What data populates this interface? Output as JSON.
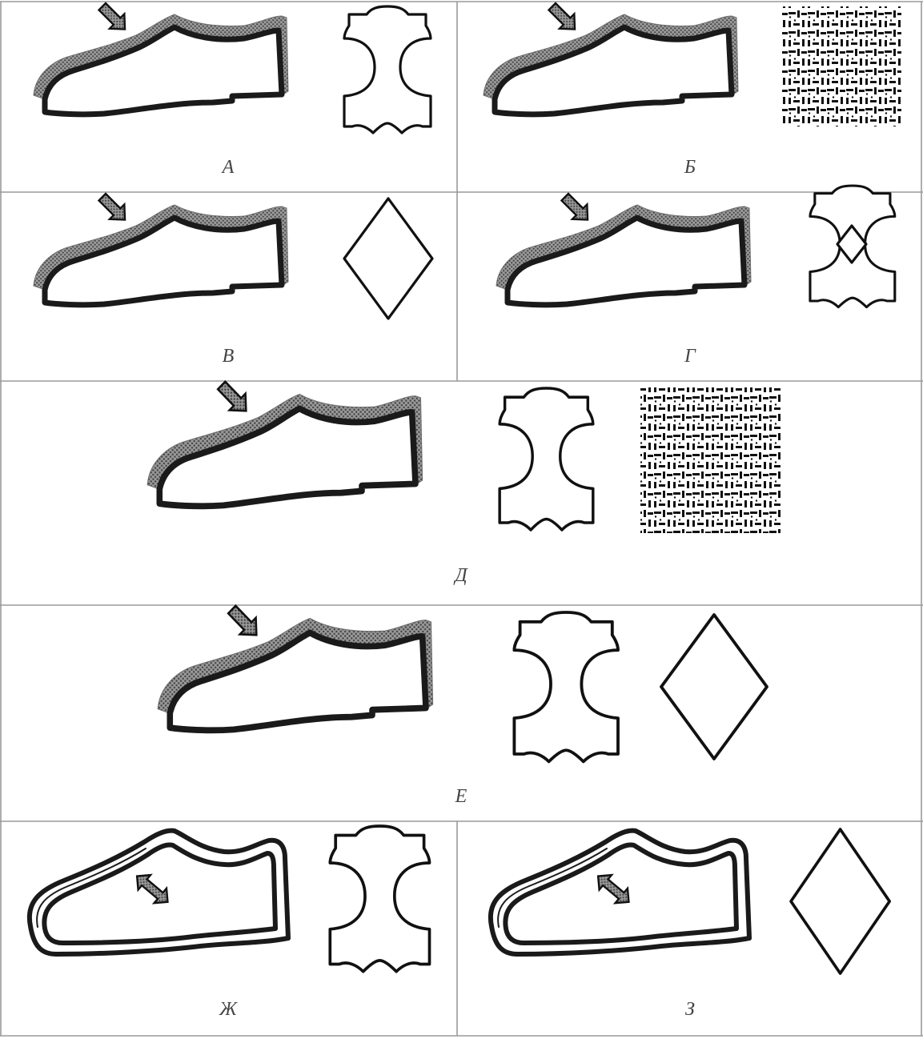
{
  "figure": {
    "labels": {
      "a": "А",
      "b": "Б",
      "v": "В",
      "g": "Г",
      "d": "Д",
      "e": "Е",
      "zh": "Ж",
      "z": "З"
    }
  },
  "cells": [
    {
      "label": "А",
      "material_symbols": [
        "leather-hide-icon"
      ],
      "lining": "upper-only"
    },
    {
      "label": "Б",
      "material_symbols": [
        "textile-weave-icon"
      ],
      "lining": "upper-only"
    },
    {
      "label": "В",
      "material_symbols": [
        "rhombus-synthetic-icon"
      ],
      "lining": "upper-only"
    },
    {
      "label": "Г",
      "material_symbols": [
        "coated-leather-icon"
      ],
      "lining": "upper-only"
    },
    {
      "label": "Д",
      "material_symbols": [
        "leather-hide-icon",
        "textile-weave-icon"
      ],
      "lining": "upper-only"
    },
    {
      "label": "Е",
      "material_symbols": [
        "leather-hide-icon",
        "rhombus-synthetic-icon"
      ],
      "lining": "upper-only"
    },
    {
      "label": "Ж",
      "material_symbols": [
        "leather-hide-icon"
      ],
      "lining": "upper-and-lining"
    },
    {
      "label": "З",
      "material_symbols": [
        "rhombus-synthetic-icon"
      ],
      "lining": "upper-and-lining"
    }
  ],
  "colors": {
    "ink": "#111111",
    "grid": "#9a9a9a",
    "shading": "#7f7f7f"
  }
}
